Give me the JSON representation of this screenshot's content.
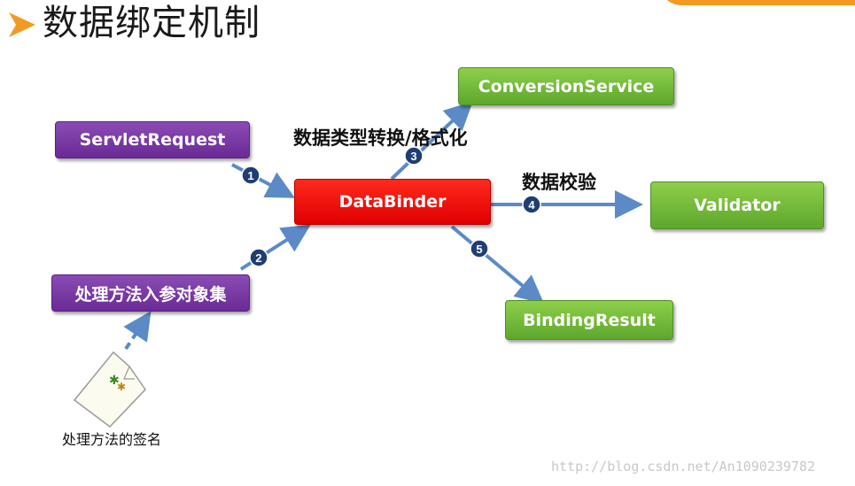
{
  "title": "数据绑定机制",
  "nodes": {
    "servlet_request": "ServletRequest",
    "handler_params": "处理方法入参对象集",
    "data_binder": "DataBinder",
    "conversion_service": "ConversionService",
    "validator": "Validator",
    "binding_result": "BindingResult"
  },
  "edge_labels": {
    "conversion": "数据类型转换/格式化",
    "validation": "数据校验"
  },
  "steps": [
    "1",
    "2",
    "3",
    "4",
    "5"
  ],
  "document_label": "处理方法的签名",
  "watermark": "http://blog.csdn.net/An1090239782",
  "colors": {
    "accent_orange": "#f29a22",
    "purple": "#6b2a96",
    "green": "#5ea72c",
    "red": "#e00000",
    "arrow": "#5b8ac6",
    "step_circle": "#1f3f73"
  }
}
